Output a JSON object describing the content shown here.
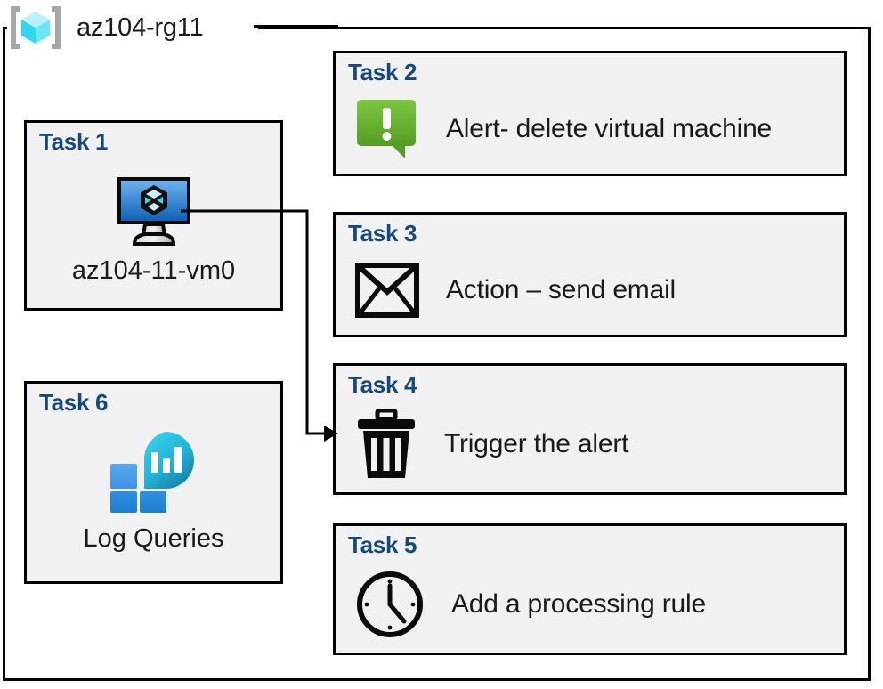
{
  "resource_group": {
    "icon": "resource-group-cube-icon",
    "name": "az104-rg11"
  },
  "colors": {
    "task_label": "#15497b",
    "card_background": "#f1f1f1",
    "card_border": "#000000",
    "alert_green_light": "#7ac143",
    "alert_green_dark": "#5a9c27",
    "vm_blue_light": "#62a8ea",
    "vm_blue_dark": "#0f64b4",
    "log_tile_blue": "#2f8fe0",
    "log_blob_cyan": "#32cdea",
    "log_blob_teal": "#1a7fa8",
    "rg_cube_cyan": "#5ce1f2",
    "rg_bracket_grey": "#a6a6a6",
    "text": "#1a1a1a"
  },
  "cards": [
    {
      "id": "task1",
      "title": "Task 1",
      "caption": "az104-11-vm0",
      "icon": "virtual-machine-icon",
      "layout": "vertical"
    },
    {
      "id": "task2",
      "title": "Task 2",
      "label": "Alert- delete virtual machine",
      "icon": "alert-exclamation-bubble-icon",
      "layout": "horizontal"
    },
    {
      "id": "task3",
      "title": "Task 3",
      "label": "Action – send email",
      "icon": "envelope-icon",
      "layout": "horizontal"
    },
    {
      "id": "task4",
      "title": "Task 4",
      "label": "Trigger the alert",
      "icon": "trash-can-icon",
      "layout": "horizontal"
    },
    {
      "id": "task5",
      "title": "Task 5",
      "label": "Add a processing rule",
      "icon": "clock-icon",
      "layout": "horizontal"
    },
    {
      "id": "task6",
      "title": "Task 6",
      "caption": "Log Queries",
      "icon": "log-analytics-icon",
      "layout": "vertical"
    }
  ],
  "connector": {
    "from": "task1-virtual-machine-icon",
    "to": "task4",
    "style": "orthogonal-arrow"
  }
}
